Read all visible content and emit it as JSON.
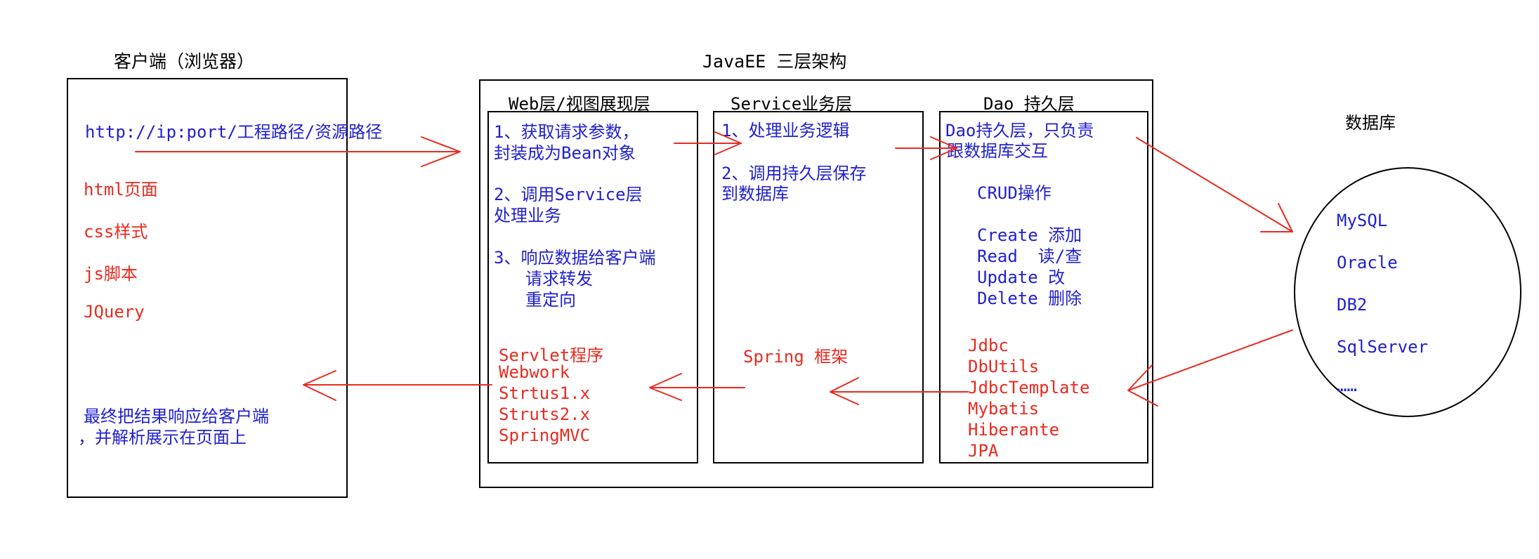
{
  "client": {
    "title": "客户端（浏览器）",
    "url": "http://ip:port/工程路径/资源路径",
    "items": [
      "html页面",
      "css样式",
      "js脚本",
      "JQuery"
    ],
    "result": [
      "最终把结果响应给客户端",
      "，并解析展示在页面上"
    ]
  },
  "javaee": {
    "title": "JavaEE 三层架构"
  },
  "web": {
    "title": "Web层/视图展现层",
    "steps": [
      "1、获取请求参数，",
      "封装成为Bean对象",
      "2、调用Service层",
      "处理业务",
      "3、响应数据给客户端",
      "请求转发",
      "重定向"
    ],
    "frameworks": [
      "Servlet程序",
      "Webwork",
      "Strtus1.x",
      "Struts2.x",
      "SpringMVC"
    ]
  },
  "service": {
    "title": "Service业务层",
    "steps": [
      "1、处理业务逻辑",
      "2、调用持久层保存",
      "到数据库"
    ],
    "framework": "Spring 框架"
  },
  "dao": {
    "title": "Dao 持久层",
    "desc": [
      "Dao持久层，只负责",
      "跟数据库交互"
    ],
    "crud_title": "CRUD操作",
    "crud": [
      "Create 添加",
      "Read  读/查",
      "Update 改",
      "Delete 删除"
    ],
    "frameworks": [
      "Jdbc",
      "DbUtils",
      "JdbcTemplate",
      "Mybatis",
      "Hiberante",
      "JPA"
    ]
  },
  "database": {
    "title": "数据库",
    "items": [
      "MySQL",
      "Oracle",
      "DB2",
      "SqlServer",
      "……"
    ]
  },
  "colors": {
    "blue": "#1f1fd0",
    "red": "#ea2a1f",
    "border": "#000000"
  }
}
